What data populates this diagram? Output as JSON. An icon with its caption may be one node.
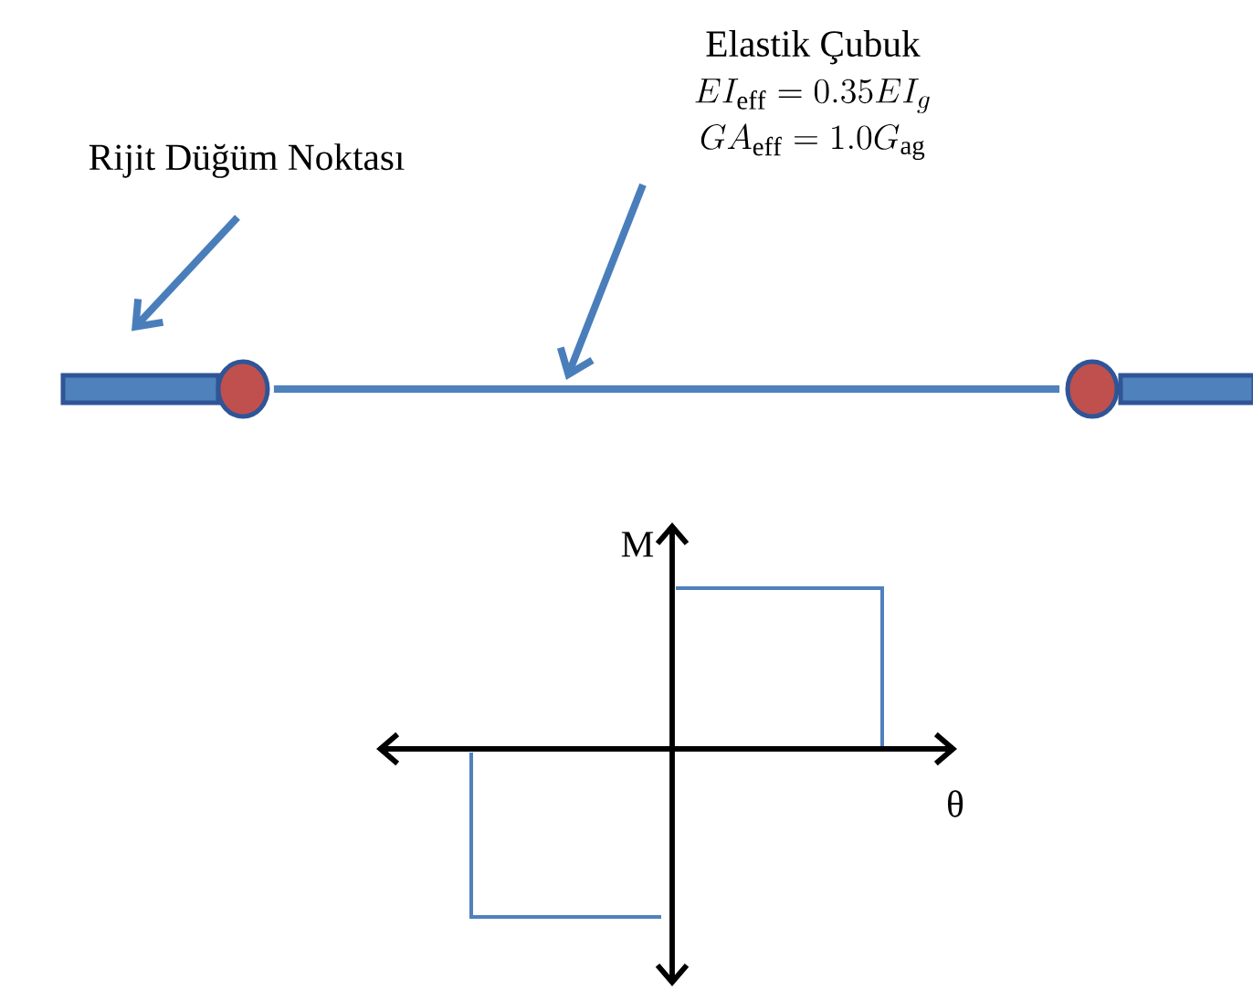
{
  "diagram": {
    "nodes": [
      {
        "text": [
          "Rijit Düğüm Noktası"
        ]
      },
      {
        "text": [
          "Elastik Çubuk",
          "EI_{\\mathrm{eff}} = 0.35EI_{g}",
          "GA_{\\mathrm{eff}} = 1.0G_{\\mathrm{ag}}"
        ]
      },
      {
        "text": [],
        "shape": "bar"
      },
      {
        "text": [],
        "shape": "circle"
      },
      {
        "text": [],
        "shape": "bar"
      },
      {
        "text": [],
        "shape": "circle"
      },
      {
        "text": [],
        "shape": "bar"
      }
    ],
    "edges": [
      {
        "from": 0,
        "to": 2,
        "arrow": "to"
      },
      {
        "from": 1,
        "to": 4,
        "arrow": "to"
      }
    ],
    "labels": [
      "M",
      "θ"
    ]
  }
}
